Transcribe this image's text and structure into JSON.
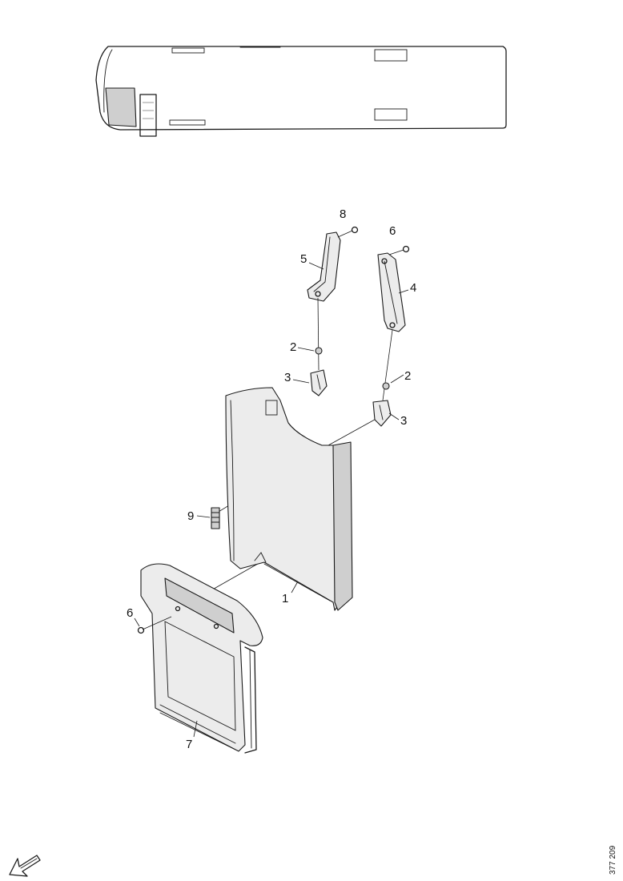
{
  "callouts": {
    "c1": "1",
    "c2a": "2",
    "c2b": "2",
    "c3a": "3",
    "c3b": "3",
    "c4": "4",
    "c5": "5",
    "c6a": "6",
    "c6b": "6",
    "c7": "7",
    "c8": "8",
    "c9": "9"
  },
  "reference_number": "377 209",
  "icons": {
    "direction_arrow": "forward-arrow-icon"
  }
}
